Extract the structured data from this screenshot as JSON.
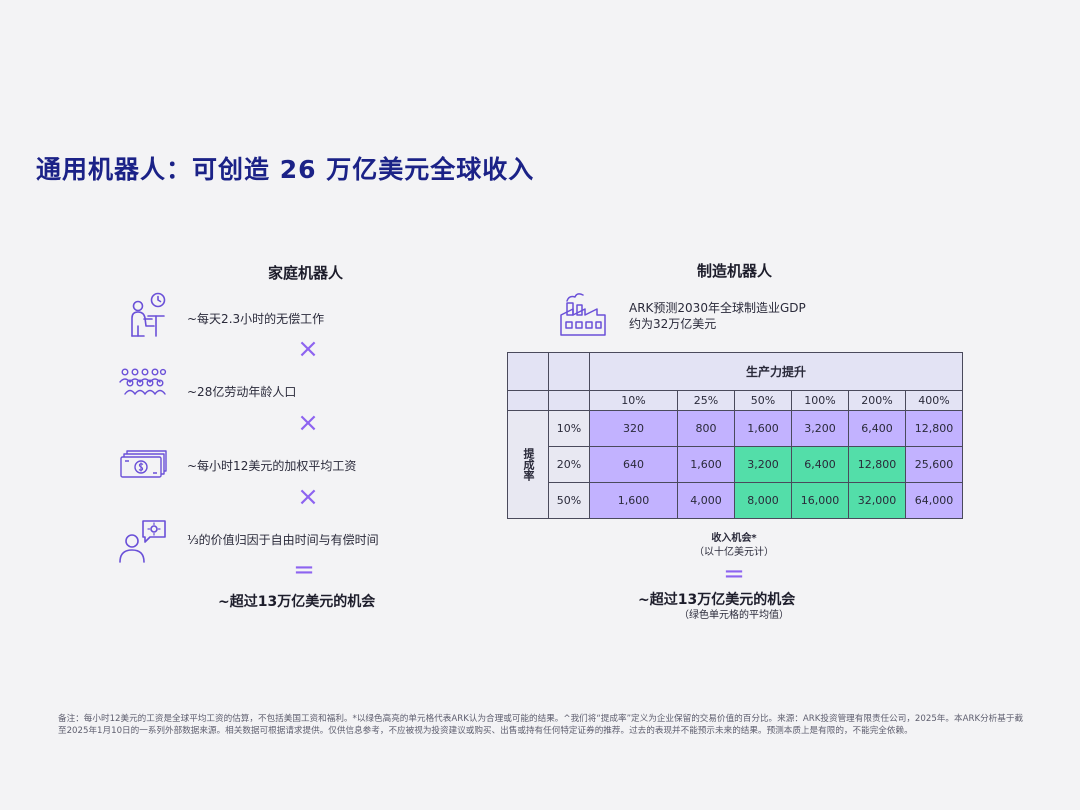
{
  "title": "通用机器人：可创造 26 万亿美元全球收入",
  "household": {
    "heading": "家庭机器人",
    "rows": [
      {
        "icon": "person-at-desk-clock-icon",
        "text": "~每天2.3小时的无偿工作"
      },
      {
        "icon": "group-of-people-icon",
        "text": "~28亿劳动年龄人口"
      },
      {
        "icon": "dollar-bills-icon",
        "text": "~每小时12美元的加权平均工资"
      },
      {
        "icon": "person-speech-bubble-icon",
        "text": "⅓的价值归因于自由时间与有偿时间"
      }
    ],
    "multiply_symbol": "×",
    "equals_symbol": "=",
    "result": "~超过13万亿美元的机会"
  },
  "manufacturing": {
    "heading": "制造机器人",
    "icon": "factory-icon",
    "gdp_line1": "ARK预测2030年全球制造业GDP",
    "gdp_line2": "约为32万亿美元",
    "table": {
      "column_group_label": "生产力提升",
      "row_group_label": "提成率",
      "columns": [
        "10%",
        "25%",
        "50%",
        "100%",
        "200%",
        "400%"
      ],
      "rows": [
        {
          "label": "10%",
          "values": [
            "320",
            "800",
            "1,600",
            "3,200",
            "6,400",
            "12,800"
          ]
        },
        {
          "label": "20%",
          "values": [
            "640",
            "1,600",
            "3,200",
            "6,400",
            "12,800",
            "25,600"
          ]
        },
        {
          "label": "50%",
          "values": [
            "1,600",
            "4,000",
            "8,000",
            "16,000",
            "32,000",
            "64,000"
          ]
        }
      ]
    },
    "caption_line1": "收入机会*",
    "caption_line2": "（以十亿美元计）",
    "equals_symbol": "=",
    "result": "~超过13万亿美元的机会",
    "result_note": "（绿色单元格的平均值）"
  },
  "colors": {
    "title": "#1b2287",
    "accent_purple": "#8d63f0",
    "cell_purple": "#c2b2ff",
    "cell_green": "#53dea9",
    "header_bg": "#e3e3f4"
  },
  "footnote": "备注：每小时12美元的工资是全球平均工资的估算，不包括美国工资和福利。*以绿色高亮的单元格代表ARK认为合理或可能的结果。^我们将“提成率”定义为企业保留的交易价值的百分比。来源：ARK投资管理有限责任公司，2025年。本ARK分析基于截至2025年1月10日的一系列外部数据来源。相关数据可根据请求提供。仅供信息参考，不应被视为投资建议或购买、出售或持有任何特定证券的推荐。过去的表现并不能预示未来的结果。预测本质上是有限的，不能完全依赖。"
}
